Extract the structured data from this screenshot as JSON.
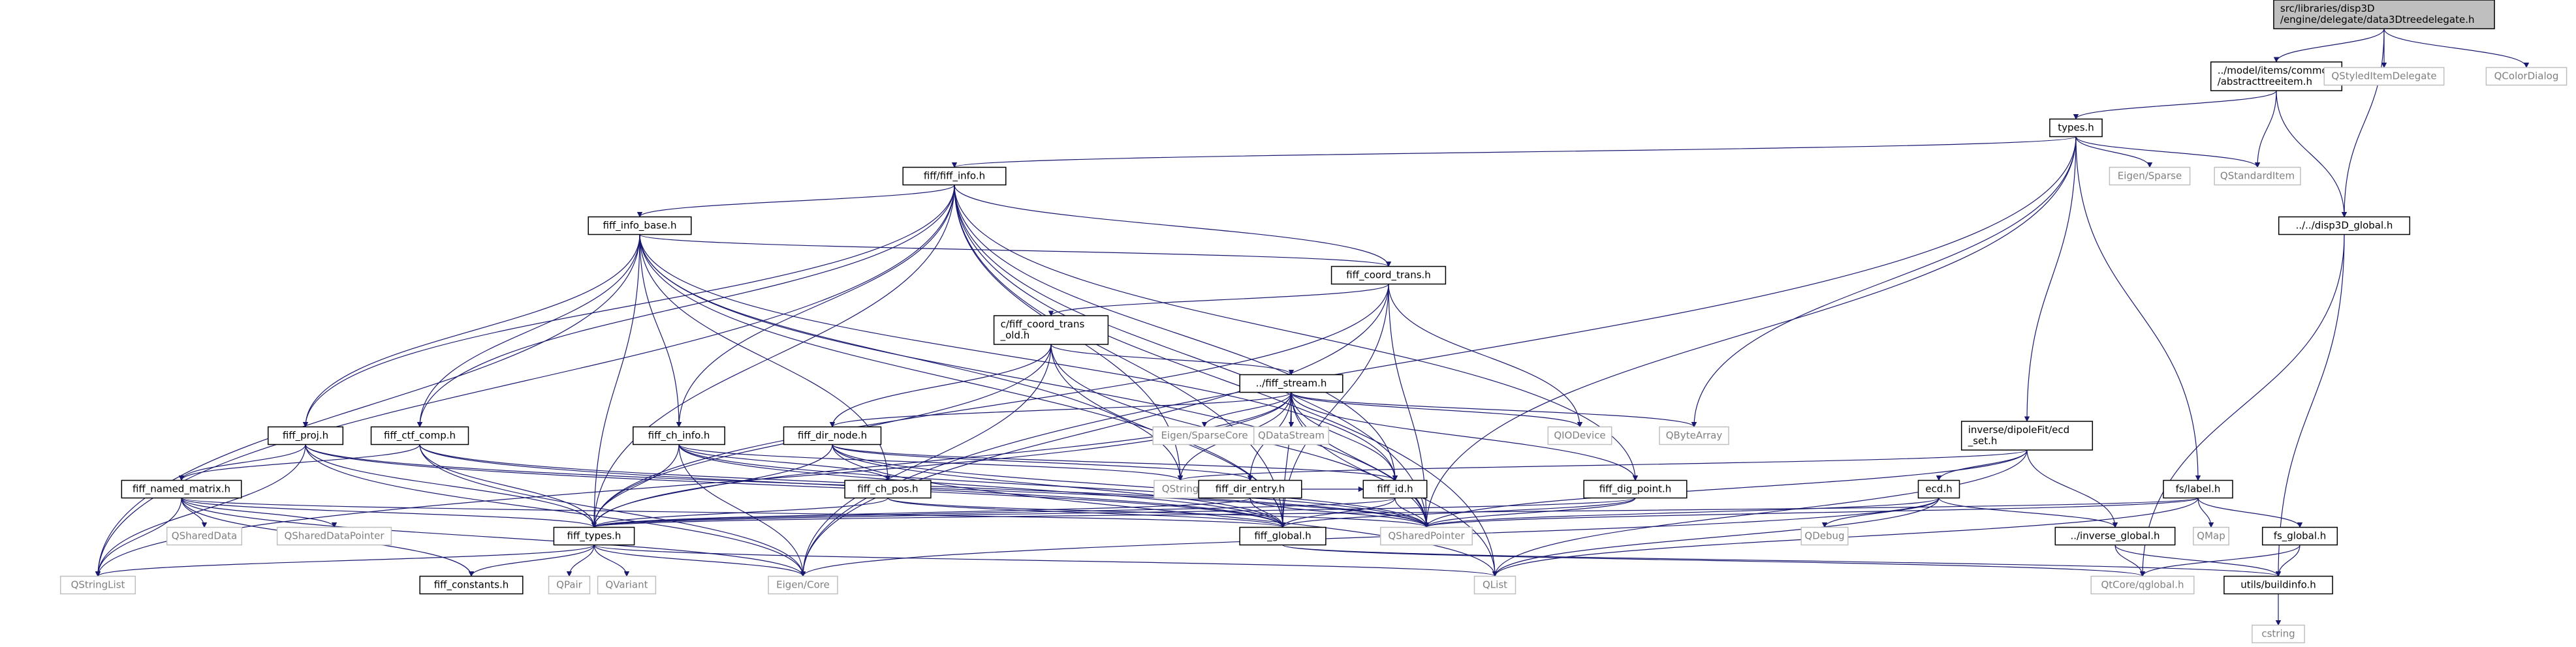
{
  "root": "src/libraries/disp3D/engine/delegate/data3Dtreedelegate.h",
  "colors": {
    "edge": "#191970",
    "root_fill": "#bfbfbf",
    "border": "#000000",
    "external_border": "#bfbfbf",
    "external_text": "#808080"
  },
  "nodes": [
    {
      "id": "n1",
      "lines": [
        "src/libraries/disp3D",
        "/engine/delegate/data3Dtreedelegate.h"
      ],
      "kind": "root"
    },
    {
      "id": "n2",
      "lines": [
        "../model/items/common",
        "/abstracttreeitem.h"
      ],
      "kind": "doc"
    },
    {
      "id": "n3",
      "lines": [
        "QStyledItemDelegate"
      ],
      "kind": "ext"
    },
    {
      "id": "n4",
      "lines": [
        "QColorDialog"
      ],
      "kind": "ext"
    },
    {
      "id": "n5",
      "lines": [
        "types.h"
      ],
      "kind": "doc"
    },
    {
      "id": "n6",
      "lines": [
        "QStandardItem"
      ],
      "kind": "ext"
    },
    {
      "id": "n7",
      "lines": [
        "../../disp3D_global.h"
      ],
      "kind": "doc"
    },
    {
      "id": "n8",
      "lines": [
        "fiff/fiff_info.h"
      ],
      "kind": "doc"
    },
    {
      "id": "n9",
      "lines": [
        "Eigen/Sparse"
      ],
      "kind": "ext"
    },
    {
      "id": "n10",
      "lines": [
        "fiff_info_base.h"
      ],
      "kind": "doc"
    },
    {
      "id": "n11",
      "lines": [
        "fiff_coord_trans.h"
      ],
      "kind": "doc"
    },
    {
      "id": "n12",
      "lines": [
        "c/fiff_coord_trans",
        "_old.h"
      ],
      "kind": "doc"
    },
    {
      "id": "n13",
      "lines": [
        "../fiff_stream.h"
      ],
      "kind": "doc"
    },
    {
      "id": "n14",
      "lines": [
        "Eigen/SparseCore"
      ],
      "kind": "ext"
    },
    {
      "id": "n15",
      "lines": [
        "QDataStream"
      ],
      "kind": "ext"
    },
    {
      "id": "n16",
      "lines": [
        "QIODevice"
      ],
      "kind": "ext"
    },
    {
      "id": "n17",
      "lines": [
        "QByteArray"
      ],
      "kind": "ext"
    },
    {
      "id": "n18",
      "lines": [
        "inverse/dipoleFit/ecd",
        "_set.h"
      ],
      "kind": "doc"
    },
    {
      "id": "n19",
      "lines": [
        "fs/label.h"
      ],
      "kind": "doc"
    },
    {
      "id": "n20",
      "lines": [
        "fiff_proj.h"
      ],
      "kind": "doc"
    },
    {
      "id": "n21",
      "lines": [
        "fiff_ctf_comp.h"
      ],
      "kind": "doc"
    },
    {
      "id": "n22",
      "lines": [
        "fiff_ch_info.h"
      ],
      "kind": "doc"
    },
    {
      "id": "n23",
      "lines": [
        "fiff_dir_node.h"
      ],
      "kind": "doc"
    },
    {
      "id": "n24",
      "lines": [
        "fiff_named_matrix.h"
      ],
      "kind": "doc"
    },
    {
      "id": "n25",
      "lines": [
        "fiff_ch_pos.h"
      ],
      "kind": "doc"
    },
    {
      "id": "n26",
      "lines": [
        "QString"
      ],
      "kind": "ext"
    },
    {
      "id": "n27",
      "lines": [
        "fiff_dir_entry.h"
      ],
      "kind": "doc"
    },
    {
      "id": "n28",
      "lines": [
        "fiff_id.h"
      ],
      "kind": "doc"
    },
    {
      "id": "n29",
      "lines": [
        "fiff_dig_point.h"
      ],
      "kind": "doc"
    },
    {
      "id": "n30",
      "lines": [
        "ecd.h"
      ],
      "kind": "doc"
    },
    {
      "id": "n31",
      "lines": [
        "QMap"
      ],
      "kind": "ext"
    },
    {
      "id": "n32",
      "lines": [
        "fs_global.h"
      ],
      "kind": "doc"
    },
    {
      "id": "n33",
      "lines": [
        "QSharedData"
      ],
      "kind": "ext"
    },
    {
      "id": "n34",
      "lines": [
        "QSharedDataPointer"
      ],
      "kind": "ext"
    },
    {
      "id": "n35",
      "lines": [
        "fiff_types.h"
      ],
      "kind": "doc"
    },
    {
      "id": "n36",
      "lines": [
        "fiff_global.h"
      ],
      "kind": "doc"
    },
    {
      "id": "n37",
      "lines": [
        "QSharedPointer"
      ],
      "kind": "ext"
    },
    {
      "id": "n38",
      "lines": [
        "QDebug"
      ],
      "kind": "ext"
    },
    {
      "id": "n39",
      "lines": [
        "../inverse_global.h"
      ],
      "kind": "doc"
    },
    {
      "id": "n40",
      "lines": [
        "QStringList"
      ],
      "kind": "ext"
    },
    {
      "id": "n41",
      "lines": [
        "fiff_constants.h"
      ],
      "kind": "doc"
    },
    {
      "id": "n42",
      "lines": [
        "QPair"
      ],
      "kind": "ext"
    },
    {
      "id": "n43",
      "lines": [
        "QVariant"
      ],
      "kind": "ext"
    },
    {
      "id": "n44",
      "lines": [
        "Eigen/Core"
      ],
      "kind": "ext"
    },
    {
      "id": "n45",
      "lines": [
        "QList"
      ],
      "kind": "ext"
    },
    {
      "id": "n46",
      "lines": [
        "QtCore/qglobal.h"
      ],
      "kind": "ext"
    },
    {
      "id": "n47",
      "lines": [
        "utils/buildinfo.h"
      ],
      "kind": "doc"
    },
    {
      "id": "n48",
      "lines": [
        "cstring"
      ],
      "kind": "ext"
    }
  ],
  "edges": [
    [
      "n1",
      "n2"
    ],
    [
      "n1",
      "n3"
    ],
    [
      "n1",
      "n4"
    ],
    [
      "n1",
      "n7"
    ],
    [
      "n2",
      "n5"
    ],
    [
      "n2",
      "n6"
    ],
    [
      "n2",
      "n7"
    ],
    [
      "n5",
      "n8"
    ],
    [
      "n5",
      "n9"
    ],
    [
      "n5",
      "n6"
    ],
    [
      "n5",
      "n17"
    ],
    [
      "n5",
      "n18"
    ],
    [
      "n5",
      "n19"
    ],
    [
      "n5",
      "n37"
    ],
    [
      "n5",
      "n44"
    ],
    [
      "n7",
      "n46"
    ],
    [
      "n7",
      "n47"
    ],
    [
      "n8",
      "n10"
    ],
    [
      "n8",
      "n11"
    ],
    [
      "n8",
      "n20"
    ],
    [
      "n8",
      "n21"
    ],
    [
      "n8",
      "n22"
    ],
    [
      "n8",
      "n28"
    ],
    [
      "n8",
      "n29"
    ],
    [
      "n8",
      "n36"
    ],
    [
      "n8",
      "n35"
    ],
    [
      "n8",
      "n37"
    ],
    [
      "n8",
      "n40"
    ],
    [
      "n8",
      "n45"
    ],
    [
      "n8",
      "n26"
    ],
    [
      "n10",
      "n11"
    ],
    [
      "n10",
      "n20"
    ],
    [
      "n10",
      "n21"
    ],
    [
      "n10",
      "n22"
    ],
    [
      "n10",
      "n25"
    ],
    [
      "n10",
      "n28"
    ],
    [
      "n10",
      "n35"
    ],
    [
      "n10",
      "n36"
    ],
    [
      "n10",
      "n37"
    ],
    [
      "n10",
      "n40"
    ],
    [
      "n10",
      "n26"
    ],
    [
      "n11",
      "n12"
    ],
    [
      "n11",
      "n35"
    ],
    [
      "n11",
      "n36"
    ],
    [
      "n11",
      "n37"
    ],
    [
      "n11",
      "n16"
    ],
    [
      "n11",
      "n44"
    ],
    [
      "n12",
      "n13"
    ],
    [
      "n12",
      "n23"
    ],
    [
      "n12",
      "n35"
    ],
    [
      "n12",
      "n44"
    ],
    [
      "n12",
      "n36"
    ],
    [
      "n12",
      "n37"
    ],
    [
      "n13",
      "n14"
    ],
    [
      "n13",
      "n15"
    ],
    [
      "n13",
      "n16"
    ],
    [
      "n13",
      "n17"
    ],
    [
      "n13",
      "n23"
    ],
    [
      "n13",
      "n27"
    ],
    [
      "n13",
      "n28"
    ],
    [
      "n13",
      "n29"
    ],
    [
      "n13",
      "n35"
    ],
    [
      "n13",
      "n36"
    ],
    [
      "n13",
      "n37"
    ],
    [
      "n13",
      "n26"
    ],
    [
      "n13",
      "n40"
    ],
    [
      "n13",
      "n45"
    ],
    [
      "n18",
      "n30"
    ],
    [
      "n18",
      "n39"
    ],
    [
      "n18",
      "n37"
    ],
    [
      "n18",
      "n45"
    ],
    [
      "n18",
      "n26"
    ],
    [
      "n19",
      "n32"
    ],
    [
      "n19",
      "n31"
    ],
    [
      "n19",
      "n35"
    ],
    [
      "n19",
      "n37"
    ],
    [
      "n19",
      "n45"
    ],
    [
      "n20",
      "n24"
    ],
    [
      "n20",
      "n35"
    ],
    [
      "n20",
      "n36"
    ],
    [
      "n20",
      "n37"
    ],
    [
      "n20",
      "n40"
    ],
    [
      "n20",
      "n44"
    ],
    [
      "n21",
      "n24"
    ],
    [
      "n21",
      "n35"
    ],
    [
      "n21",
      "n36"
    ],
    [
      "n21",
      "n37"
    ],
    [
      "n21",
      "n44"
    ],
    [
      "n22",
      "n25"
    ],
    [
      "n22",
      "n35"
    ],
    [
      "n22",
      "n36"
    ],
    [
      "n22",
      "n37"
    ],
    [
      "n22",
      "n44"
    ],
    [
      "n22",
      "n26"
    ],
    [
      "n23",
      "n27"
    ],
    [
      "n23",
      "n28"
    ],
    [
      "n23",
      "n35"
    ],
    [
      "n23",
      "n36"
    ],
    [
      "n23",
      "n37"
    ],
    [
      "n23",
      "n45"
    ],
    [
      "n24",
      "n33"
    ],
    [
      "n24",
      "n34"
    ],
    [
      "n24",
      "n35"
    ],
    [
      "n24",
      "n36"
    ],
    [
      "n24",
      "n40"
    ],
    [
      "n24",
      "n41"
    ],
    [
      "n24",
      "n44"
    ],
    [
      "n25",
      "n35"
    ],
    [
      "n25",
      "n36"
    ],
    [
      "n25",
      "n37"
    ],
    [
      "n27",
      "n35"
    ],
    [
      "n27",
      "n36"
    ],
    [
      "n27",
      "n37"
    ],
    [
      "n27",
      "n28"
    ],
    [
      "n28",
      "n35"
    ],
    [
      "n28",
      "n36"
    ],
    [
      "n28",
      "n37"
    ],
    [
      "n29",
      "n35"
    ],
    [
      "n29",
      "n36"
    ],
    [
      "n29",
      "n37"
    ],
    [
      "n30",
      "n38"
    ],
    [
      "n30",
      "n39"
    ],
    [
      "n30",
      "n44"
    ],
    [
      "n30",
      "n45"
    ],
    [
      "n30",
      "n37"
    ],
    [
      "n32",
      "n46"
    ],
    [
      "n32",
      "n47"
    ],
    [
      "n35",
      "n40"
    ],
    [
      "n35",
      "n41"
    ],
    [
      "n35",
      "n42"
    ],
    [
      "n35",
      "n43"
    ],
    [
      "n35",
      "n44"
    ],
    [
      "n35",
      "n45"
    ],
    [
      "n36",
      "n46"
    ],
    [
      "n36",
      "n47"
    ],
    [
      "n39",
      "n46"
    ],
    [
      "n39",
      "n47"
    ],
    [
      "n47",
      "n48"
    ]
  ]
}
